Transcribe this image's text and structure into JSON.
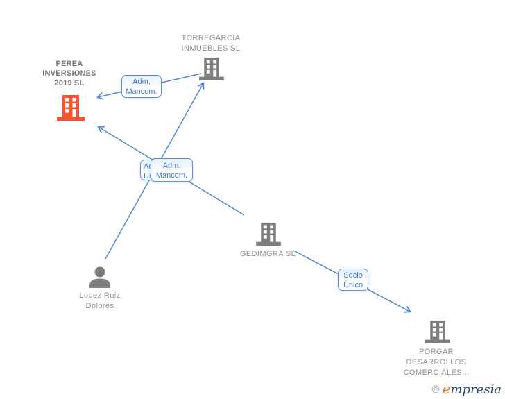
{
  "diagram": {
    "nodes": {
      "perea": {
        "type": "company",
        "highlighted": true,
        "lines": [
          "PEREA",
          "INVERSIONES",
          "2019 SL"
        ]
      },
      "torregarcia": {
        "type": "company",
        "highlighted": false,
        "lines": [
          "TORREGARCIA",
          "INMUEBLES SL"
        ]
      },
      "gedimgra": {
        "type": "company",
        "highlighted": false,
        "lines": [
          "GEDIMGRA  SL"
        ]
      },
      "porgar": {
        "type": "company",
        "highlighted": false,
        "lines": [
          "PORGAR",
          "DESARROLLOS",
          "COMERCIALES..."
        ]
      },
      "lopez": {
        "type": "person",
        "highlighted": false,
        "lines": [
          "Lopez Ruiz",
          "Dolores"
        ]
      }
    },
    "edge_labels": {
      "top": {
        "lines": [
          "Adm.",
          "Mancom."
        ]
      },
      "center_back": {
        "lines": [
          "Adm.",
          "Unico"
        ]
      },
      "center_front": {
        "lines": [
          "Adm.",
          "Mancom."
        ]
      },
      "socio": {
        "lines": [
          "Socio",
          "Único"
        ]
      }
    },
    "relationships": [
      {
        "from": "TORREGARCIA INMUEBLES SL",
        "to": "PEREA INVERSIONES 2019 SL",
        "label": "Adm. Mancom."
      },
      {
        "from": "GEDIMGRA SL",
        "to": "PEREA INVERSIONES 2019 SL",
        "label": "Adm. Mancom."
      },
      {
        "from": "Lopez Ruiz Dolores",
        "to": "TORREGARCIA INMUEBLES SL",
        "label": "Adm. Unico"
      },
      {
        "from": "GEDIMGRA SL",
        "to": "PORGAR DESARROLLOS COMERCIALES...",
        "label": "Socio Único"
      }
    ],
    "colors": {
      "highlight_orange": "#F4572E",
      "node_gray": "#7E7E7E",
      "edge_blue": "#4F86DB",
      "edge_label_text": "#3F76D2",
      "company_label_text": "#8D8D8D"
    }
  },
  "watermark": {
    "symbol": "©",
    "accent": "e",
    "rest": "mpresia"
  }
}
